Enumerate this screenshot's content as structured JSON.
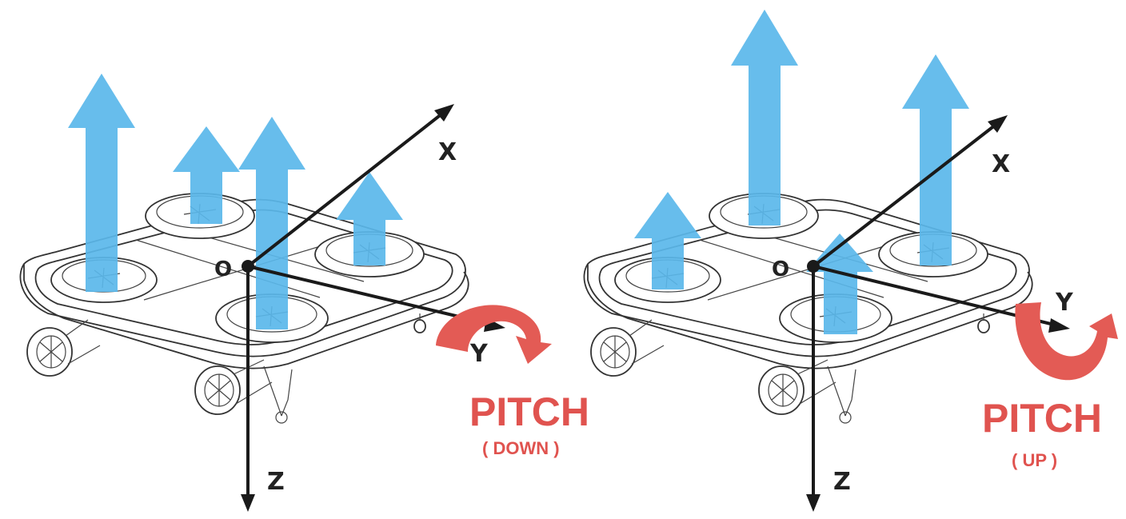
{
  "panels": [
    {
      "id": "left",
      "labels": {
        "origin": "O",
        "x": "X",
        "y": "Y",
        "z": "Z",
        "pitch": "PITCH",
        "direction": "( DOWN )"
      }
    },
    {
      "id": "right",
      "labels": {
        "origin": "O",
        "x": "X",
        "y": "Y",
        "z": "Z",
        "pitch": "PITCH",
        "direction": "( UP )"
      }
    }
  ],
  "colors": {
    "thrust": "#5ab7ea",
    "moment": "#e35b55",
    "axis": "#1a1a1a"
  }
}
